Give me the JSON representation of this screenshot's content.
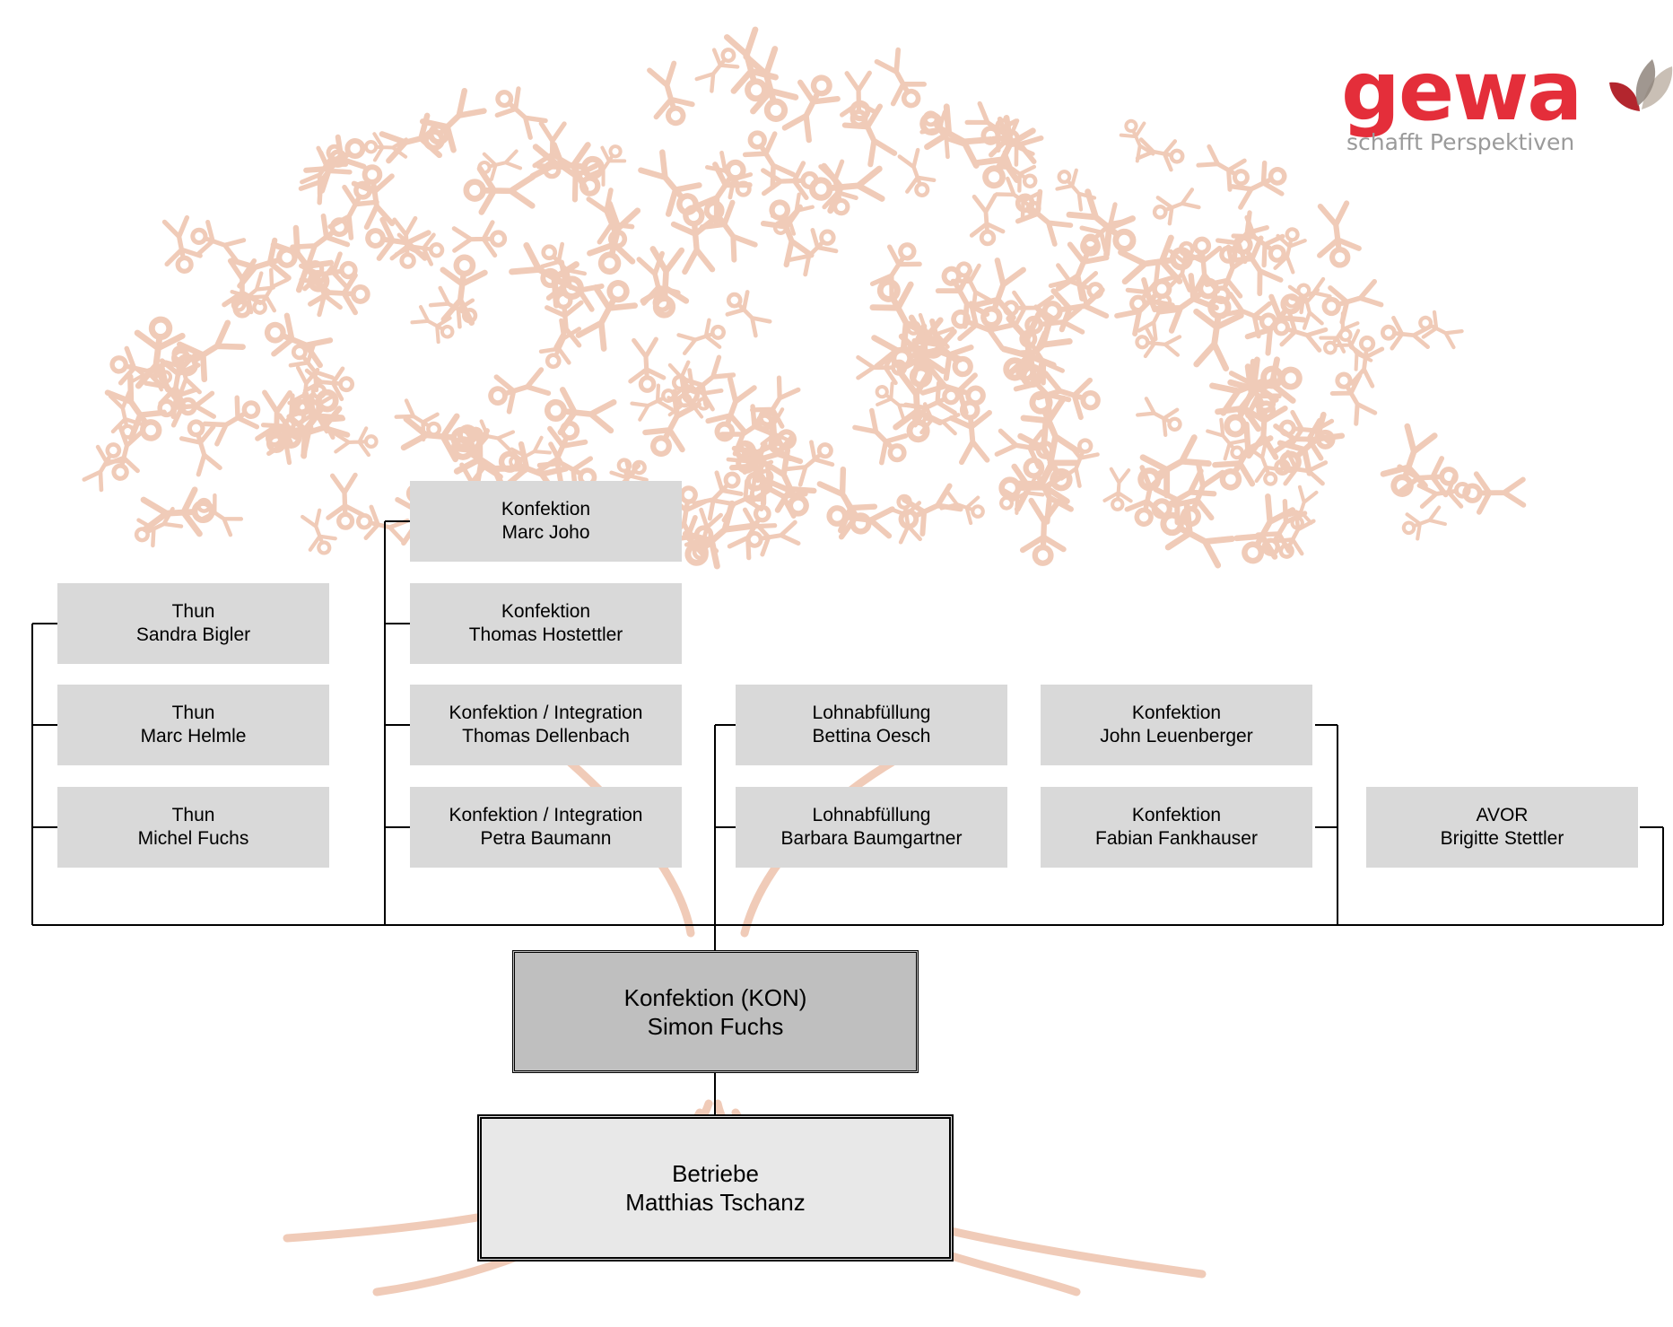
{
  "logo": {
    "wordmark": "gewa",
    "tagline": "schafft Perspektiven",
    "brand_color": "#e42e3a"
  },
  "nodes": {
    "marc_joho": {
      "dept": "Konfektion",
      "name": "Marc Joho"
    },
    "thomas_hostettler": {
      "dept": "Konfektion",
      "name": "Thomas Hostettler"
    },
    "thomas_dellenbach": {
      "dept": "Konfektion / Integration",
      "name": "Thomas Dellenbach"
    },
    "petra_baumann": {
      "dept": "Konfektion / Integration",
      "name": "Petra Baumann"
    },
    "sandra_bigler": {
      "dept": "Thun",
      "name": "Sandra Bigler"
    },
    "marc_helmle": {
      "dept": "Thun",
      "name": "Marc Helmle"
    },
    "michel_fuchs": {
      "dept": "Thun",
      "name": "Michel Fuchs"
    },
    "bettina_oesch": {
      "dept": "Lohnabfüllung",
      "name": "Bettina Oesch"
    },
    "barbara_baumgartner": {
      "dept": "Lohnabfüllung",
      "name": "Barbara Baumgartner"
    },
    "john_leuenberger": {
      "dept": "Konfektion",
      "name": "John Leuenberger"
    },
    "fabian_fankhauser": {
      "dept": "Konfektion",
      "name": "Fabian Fankhauser"
    },
    "brigitte_stettler": {
      "dept": "AVOR",
      "name": "Brigitte Stettler"
    },
    "simon_fuchs": {
      "dept": "Konfektion (KON)",
      "name": "Simon Fuchs"
    },
    "matthias_tschanz": {
      "dept": "Betriebe",
      "name": "Matthias Tschanz"
    }
  },
  "colors": {
    "box": "#d9d9d9",
    "head_box": "#bfbfbf",
    "root_box": "#e8e8e8",
    "tree_background": "#f0cbb8"
  }
}
